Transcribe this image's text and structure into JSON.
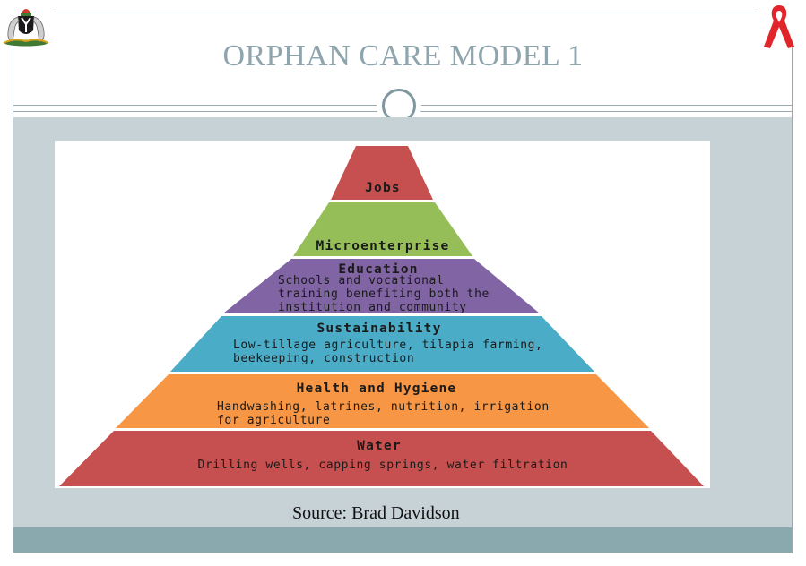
{
  "slide": {
    "title": "ORPHAN CARE MODEL 1",
    "source": "Source: Brad Davidson"
  },
  "icons": {
    "top_left": "coat-of-arms-icon",
    "top_right": "red-awareness-ribbon-icon",
    "title_divider": "circle-ornament-icon"
  },
  "colors": {
    "title": "#8fa5ad",
    "content_band": "#c7d2d7",
    "footer_band": "#8aa9ae",
    "ribbon": "#e0262b"
  },
  "pyramid": {
    "levels": [
      {
        "title": "Jobs",
        "lines": [],
        "color": "#c5504f"
      },
      {
        "title": "Microenterprise",
        "lines": [],
        "color": "#96be58"
      },
      {
        "title": "Education",
        "lines": [
          "Schools and vocational",
          "training benefiting both the",
          "institution and community"
        ],
        "color": "#8064a3"
      },
      {
        "title": "Sustainability",
        "lines": [
          "Low-tillage agriculture, tilapia farming,",
          "beekeeping, construction"
        ],
        "color": "#4bacc7"
      },
      {
        "title": "Health and Hygiene",
        "lines": [
          "Handwashing, latrines, nutrition, irrigation",
          "for agriculture"
        ],
        "color": "#f79745"
      },
      {
        "title": "Water",
        "lines": [
          "Drilling wells, capping springs, water filtration"
        ],
        "color": "#c5504f"
      }
    ]
  }
}
